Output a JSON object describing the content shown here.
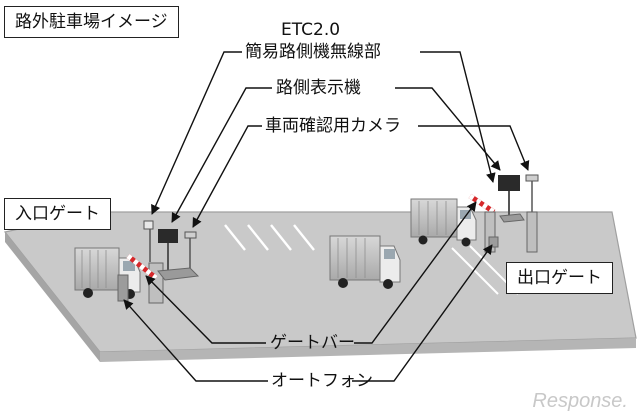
{
  "diagram": {
    "title": "路外駐車場イメージ",
    "etc_line1": "ETC2.0",
    "etc_line2": "簡易路側機無線部",
    "roadside_display": "路側表示機",
    "vehicle_camera": "車両確認用カメラ",
    "entrance_gate": "入口ゲート",
    "exit_gate": "出口ゲート",
    "gate_bar": "ゲートバー",
    "auto_phone": "オートフォン"
  },
  "watermark": "Response.",
  "colors": {
    "road": "#c9c9c9",
    "road_edge": "#9a9a9a",
    "barrier_red": "#d6282b",
    "truck_body": "#b9b9b9",
    "cab": "#ececec",
    "lines": "#111111"
  }
}
